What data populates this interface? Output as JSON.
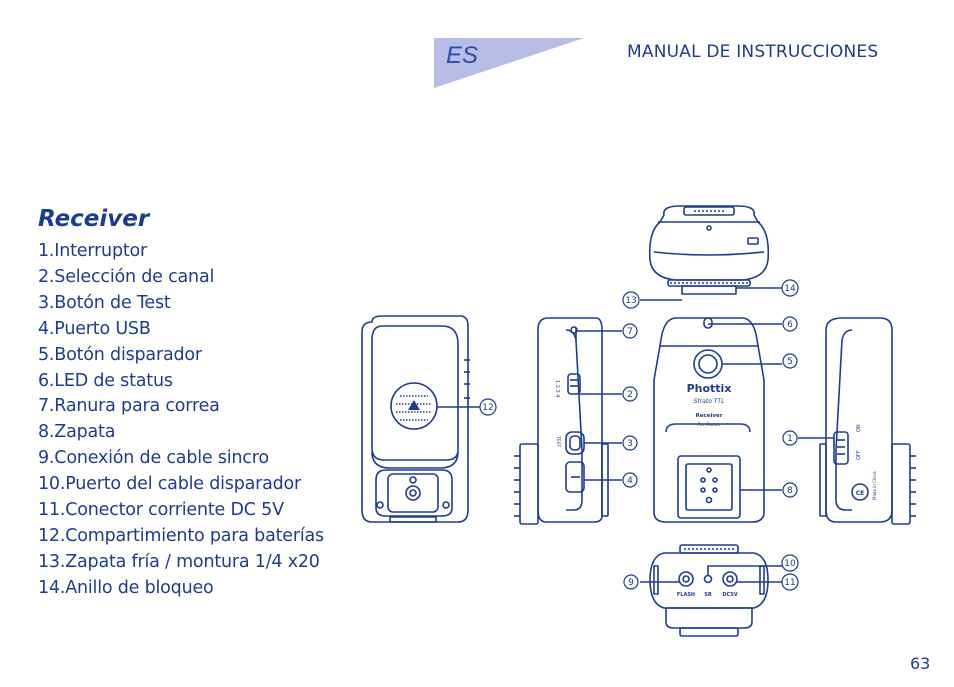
{
  "header": {
    "language_code": "ES",
    "manual_title": "MANUAL DE INSTRUCCIONES"
  },
  "section": {
    "title": "Receiver"
  },
  "parts": [
    "1.Interruptor",
    "2.Selección de canal",
    "3.Botón de Test",
    "4.Puerto USB",
    "5.Botón disparador",
    "6.LED de status",
    "7.Ranura para correa",
    "8.Zapata",
    "9.Conexión de cable sincro",
    "10.Puerto del cable disparador",
    "11.Conector corriente DC 5V",
    "12.Compartimiento para baterías",
    "13.Zapata fría / montura 1/4 x20",
    "14.Anillo de bloqueo"
  ],
  "device": {
    "brand": "Phottix",
    "model": "Strato TTL",
    "type_label": "Receiver",
    "mount_label": "For Canon",
    "switch_on": "ON",
    "switch_off": "OFF",
    "made_in": "Made in China",
    "channel_digits": "1 2 3 4",
    "test_label": "TEST",
    "port_flash": "FLASH",
    "port_sr": "SR",
    "port_dc": "DC5V",
    "ce_mark": "CE"
  },
  "callouts": [
    "1",
    "2",
    "3",
    "4",
    "5",
    "6",
    "7",
    "8",
    "9",
    "10",
    "11",
    "12",
    "13",
    "14"
  ],
  "colors": {
    "ink": "#1d3d8c",
    "tab": "#b8bde8"
  },
  "footer": {
    "page_number": "63"
  }
}
